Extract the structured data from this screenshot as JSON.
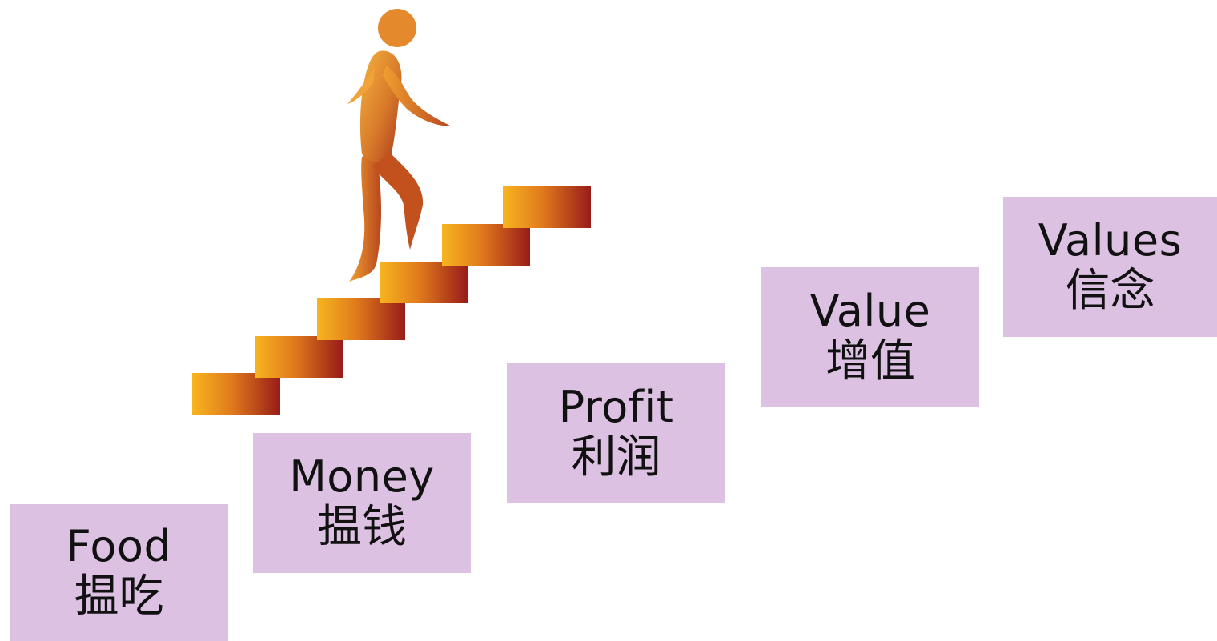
{
  "steps": [
    {
      "en": "Food",
      "zh": "揾吃"
    },
    {
      "en": "Money",
      "zh": "揾钱"
    },
    {
      "en": "Profit",
      "zh": "利润"
    },
    {
      "en": "Value",
      "zh": "增值"
    },
    {
      "en": "Values",
      "zh": "信念"
    }
  ],
  "illustration": {
    "icon": "person-climbing-stairs-icon",
    "colors": {
      "box_fill": "#dcc1e3",
      "stair_light": "#f5b020",
      "stair_dark": "#9a1f1a",
      "figure_light": "#f0a53a",
      "figure_dark": "#b2451f"
    }
  }
}
